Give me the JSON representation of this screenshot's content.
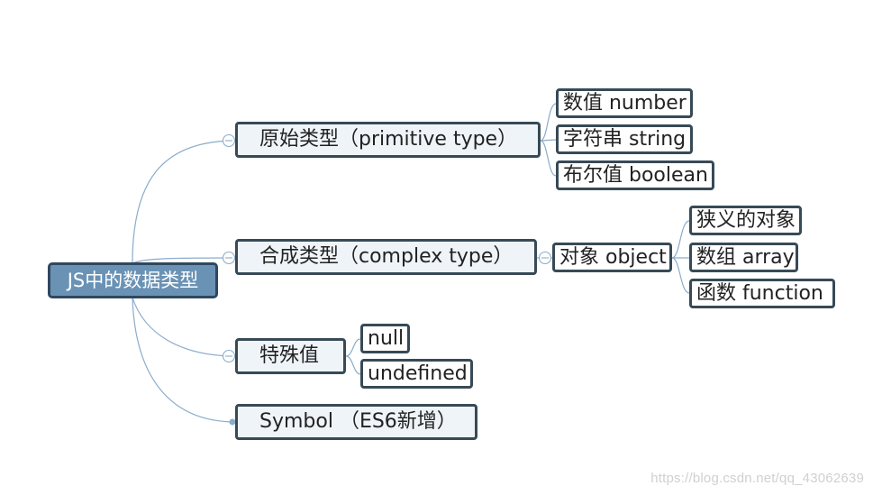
{
  "mindmap": {
    "root": "JS中的数据类型",
    "branches": [
      {
        "label": "原始类型（primitive type）",
        "children": [
          "数值 number",
          "字符串 string",
          "布尔值 boolean"
        ]
      },
      {
        "label": "合成类型（complex type）",
        "child": {
          "label": "对象 object",
          "children": [
            "狭义的对象",
            "数组 array",
            "函数  function"
          ]
        }
      },
      {
        "label": "特殊值",
        "children": [
          "null",
          "undefined"
        ]
      },
      {
        "label": "Symbol （ES6新增）"
      }
    ]
  },
  "watermark": "https://blog.csdn.net/qq_43062639",
  "colors": {
    "connector": "#8aaccb",
    "node_border": "#374a56",
    "root_fill": "#6a92b5",
    "level1_fill": "#eff4f8"
  }
}
